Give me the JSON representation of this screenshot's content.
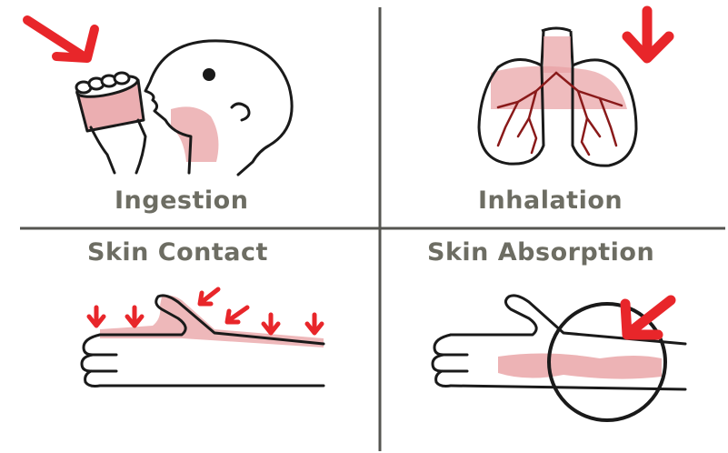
{
  "panels": {
    "top_left": {
      "label": "Ingestion",
      "icon": "person-drinking-icon"
    },
    "top_right": {
      "label": "Inhalation",
      "icon": "lungs-icon"
    },
    "bottom_left": {
      "label": "Skin Contact",
      "icon": "hand-contact-icon"
    },
    "bottom_right": {
      "label": "Skin Absorption",
      "icon": "hand-absorption-icon"
    }
  },
  "colors": {
    "accent_red": "#e8262a",
    "pink_tint": "#e8a0a3",
    "line": "#1a1a1a",
    "divider": "#555550",
    "label_text": "#6d6d63"
  }
}
